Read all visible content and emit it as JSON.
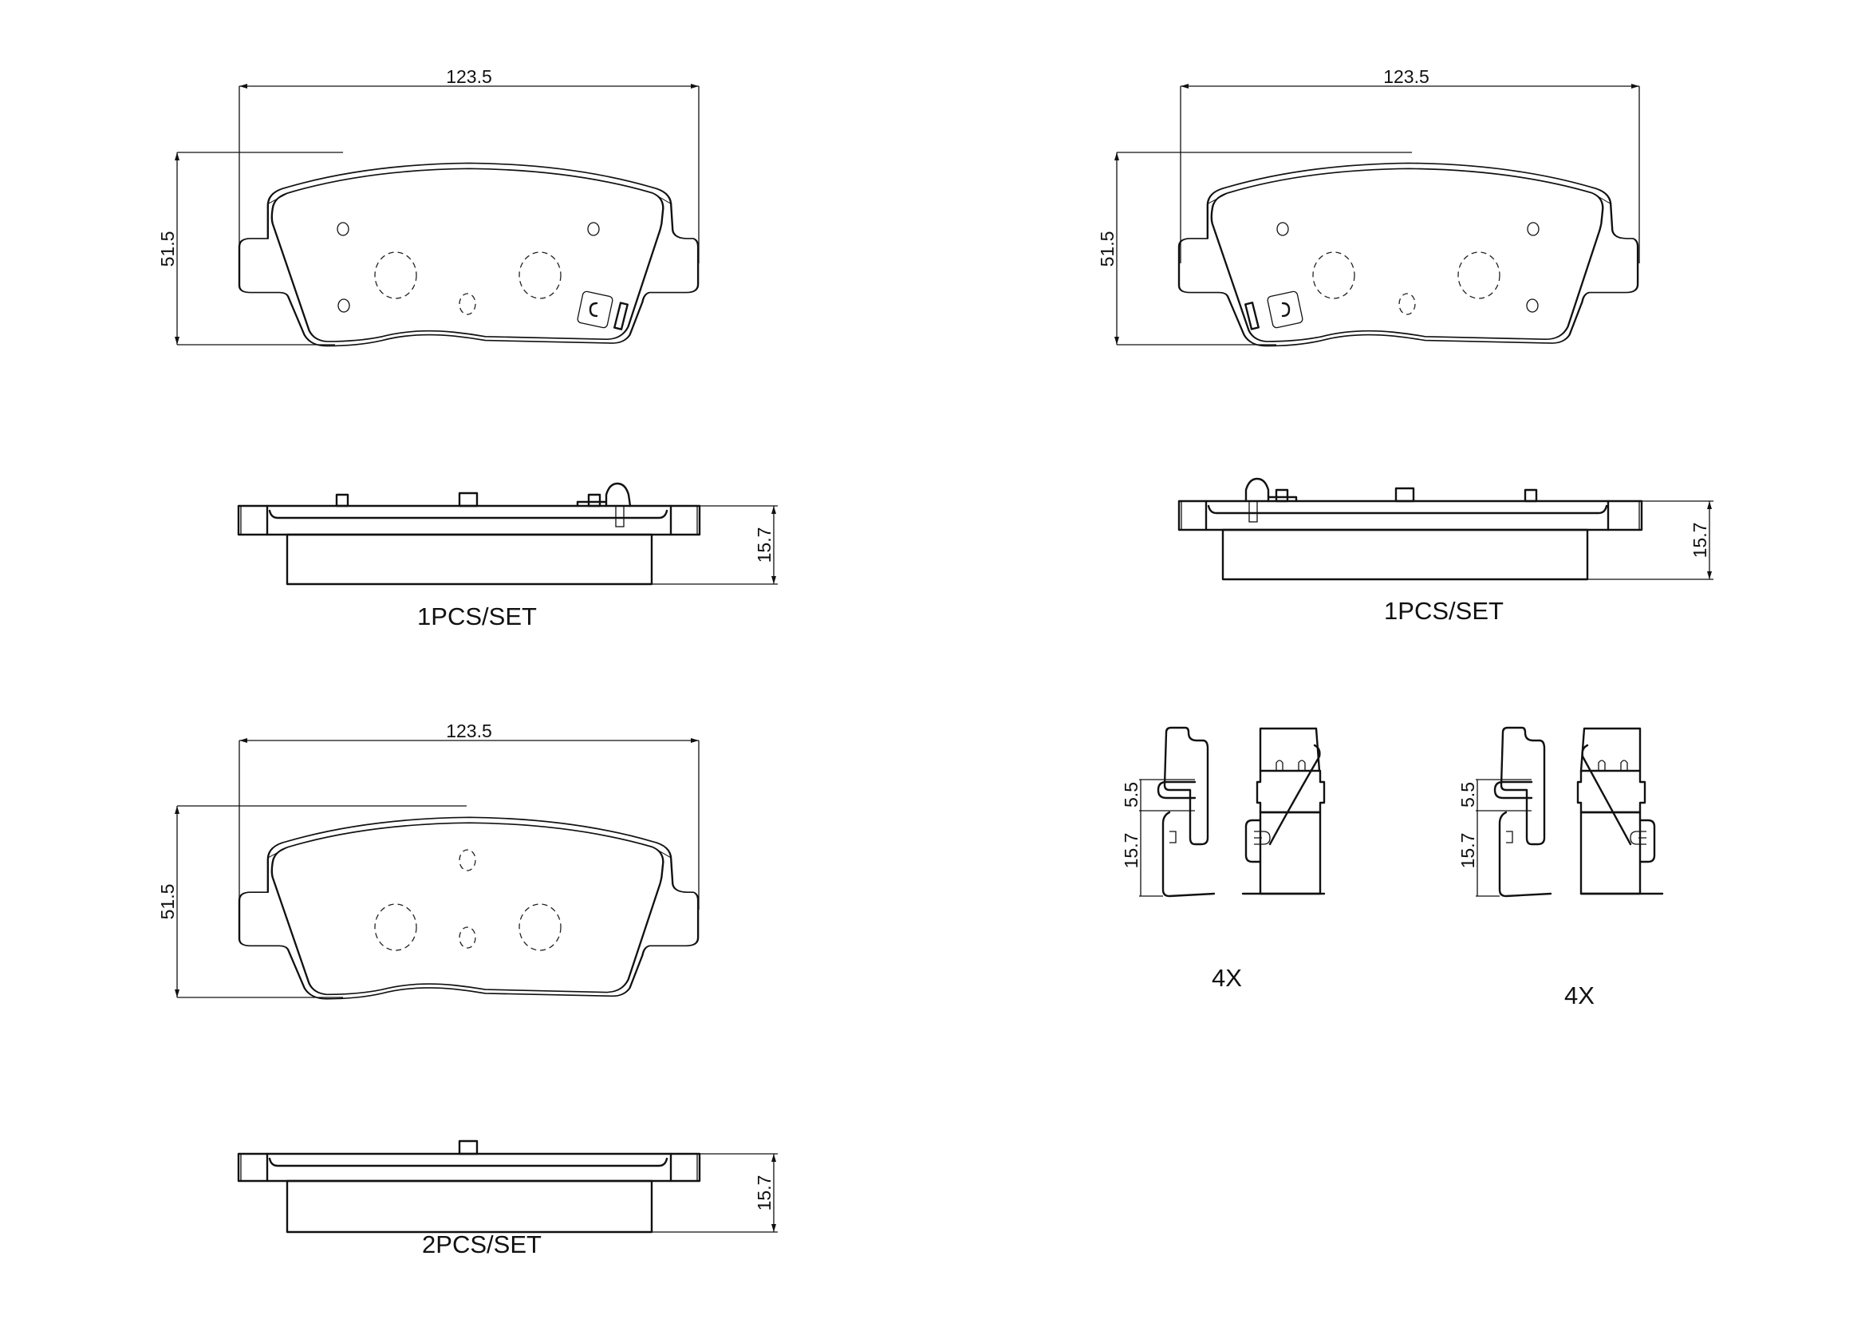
{
  "drawing": {
    "pads": [
      {
        "id": "pad-top-left",
        "width_dim": "123.5",
        "height_dim": "51.5",
        "has_wear_sensor": true,
        "sensor_side": "right"
      },
      {
        "id": "pad-top-right",
        "width_dim": "123.5",
        "height_dim": "51.5",
        "has_wear_sensor": true,
        "sensor_side": "left"
      },
      {
        "id": "pad-bottom-left",
        "width_dim": "123.5",
        "height_dim": "51.5",
        "has_wear_sensor": false
      }
    ],
    "side_views": [
      {
        "id": "side-top-left",
        "thickness_dim": "15.7",
        "quantity_label": "1PCS/SET"
      },
      {
        "id": "side-top-right",
        "thickness_dim": "15.7",
        "quantity_label": "1PCS/SET"
      },
      {
        "id": "side-bottom-left",
        "thickness_dim": "15.7",
        "quantity_label": "2PCS/SET"
      }
    ],
    "clips": [
      {
        "id": "clip-set-left",
        "dim_small": "5.5",
        "dim_large": "15.7",
        "quantity_label": "4X"
      },
      {
        "id": "clip-set-right",
        "dim_small": "5.5",
        "dim_large": "15.7",
        "quantity_label": "4X"
      }
    ]
  },
  "colors": {
    "line": "#111111",
    "background": "#ffffff"
  }
}
